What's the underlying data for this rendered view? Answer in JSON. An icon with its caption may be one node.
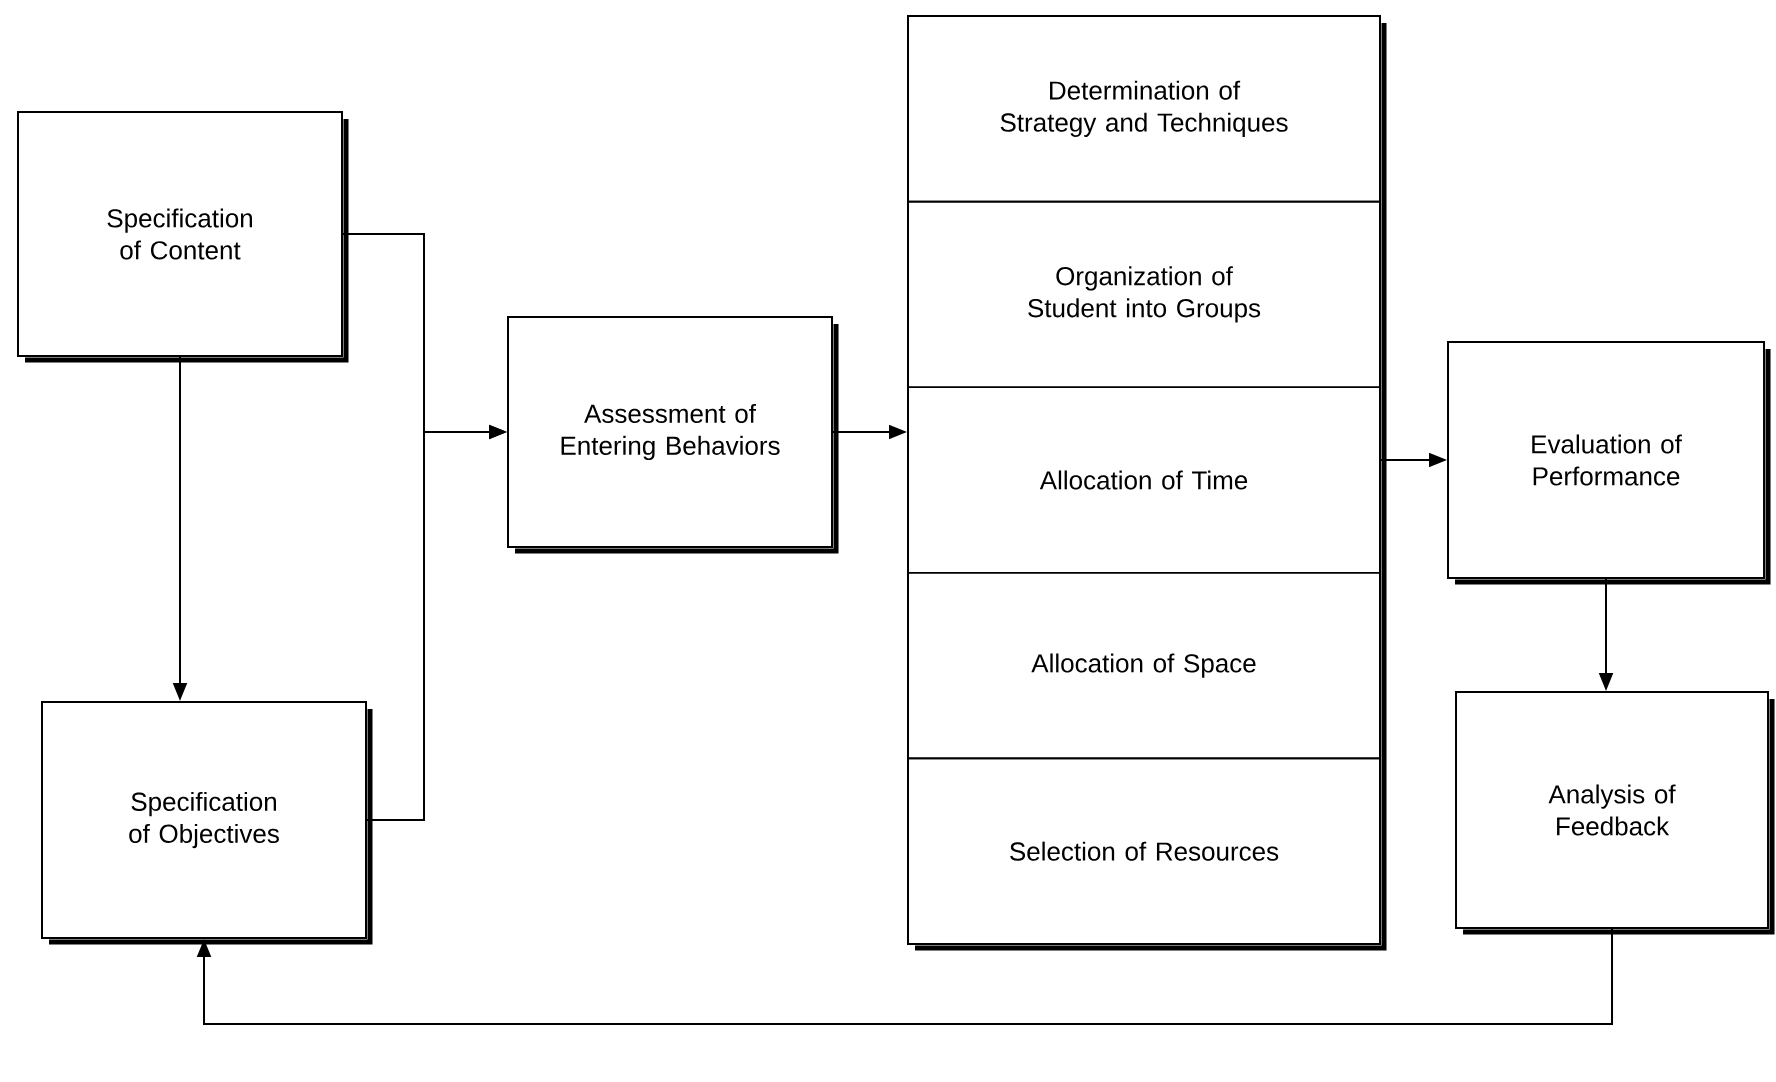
{
  "diagram": {
    "nodes": [
      {
        "text": [
          "Specification of Content"
        ]
      },
      {
        "text": [
          "Specification of Objectives"
        ]
      },
      {
        "text": [
          "Assessment of Entering Behaviors"
        ]
      },
      {
        "text": [],
        "shape": "box"
      },
      {
        "text": [
          "Determination of Strategy and Techniques"
        ],
        "in": 3
      },
      {
        "text": [
          "Organization of Student into Groups"
        ],
        "in": 3
      },
      {
        "text": [
          "Allocation of Time"
        ],
        "in": 3
      },
      {
        "text": [
          "Allocation of Space"
        ],
        "in": 3
      },
      {
        "text": [
          "Selection of Resources"
        ],
        "in": 3
      },
      {
        "text": [
          "Evaluation of Performance"
        ]
      },
      {
        "text": [
          "Analysis of Feedback"
        ]
      }
    ],
    "edges": [
      {
        "from": 0,
        "to": 1,
        "arrow": "to"
      },
      {
        "from": 0,
        "to": 2,
        "arrow": "to"
      },
      {
        "from": 1,
        "to": 2,
        "arrow": "to"
      },
      {
        "from": 2,
        "to": 3,
        "arrow": "to"
      },
      {
        "from": 3,
        "to": 9,
        "arrow": "to"
      },
      {
        "from": 9,
        "to": 10,
        "arrow": "to"
      },
      {
        "from": 10,
        "to": 1,
        "arrow": "to"
      }
    ]
  }
}
